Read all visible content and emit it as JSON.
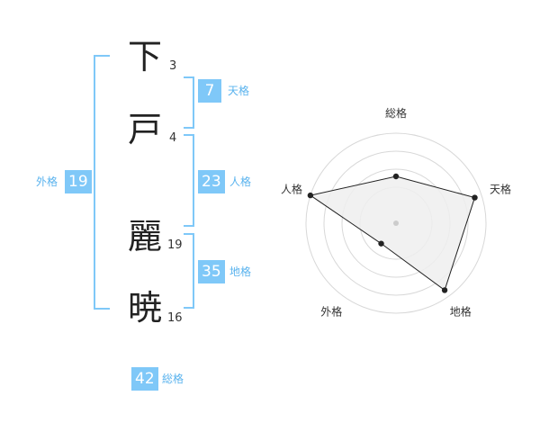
{
  "colors": {
    "accent": "#7fc8f8",
    "accent_text": "#5ab3ee",
    "radar_fill": "#eeeeee",
    "radar_line": "#222222",
    "ring": "#d8d8d8"
  },
  "name": {
    "characters": [
      {
        "char": "下",
        "strokes": "3"
      },
      {
        "char": "戸",
        "strokes": "4"
      },
      {
        "char": "麗",
        "strokes": "19"
      },
      {
        "char": "暁",
        "strokes": "16"
      }
    ]
  },
  "fortunes": {
    "tenkaku": {
      "value": "7",
      "label": "天格"
    },
    "jinkaku": {
      "value": "23",
      "label": "人格"
    },
    "chikaku": {
      "value": "35",
      "label": "地格"
    },
    "gaikaku": {
      "value": "19",
      "label": "外格"
    },
    "soukaku": {
      "value": "42",
      "label": "総格"
    }
  },
  "radar": {
    "axes": [
      "総格",
      "天格",
      "地格",
      "外格",
      "人格"
    ],
    "values": [
      0.52,
      0.92,
      0.92,
      0.28,
      1.0
    ]
  }
}
